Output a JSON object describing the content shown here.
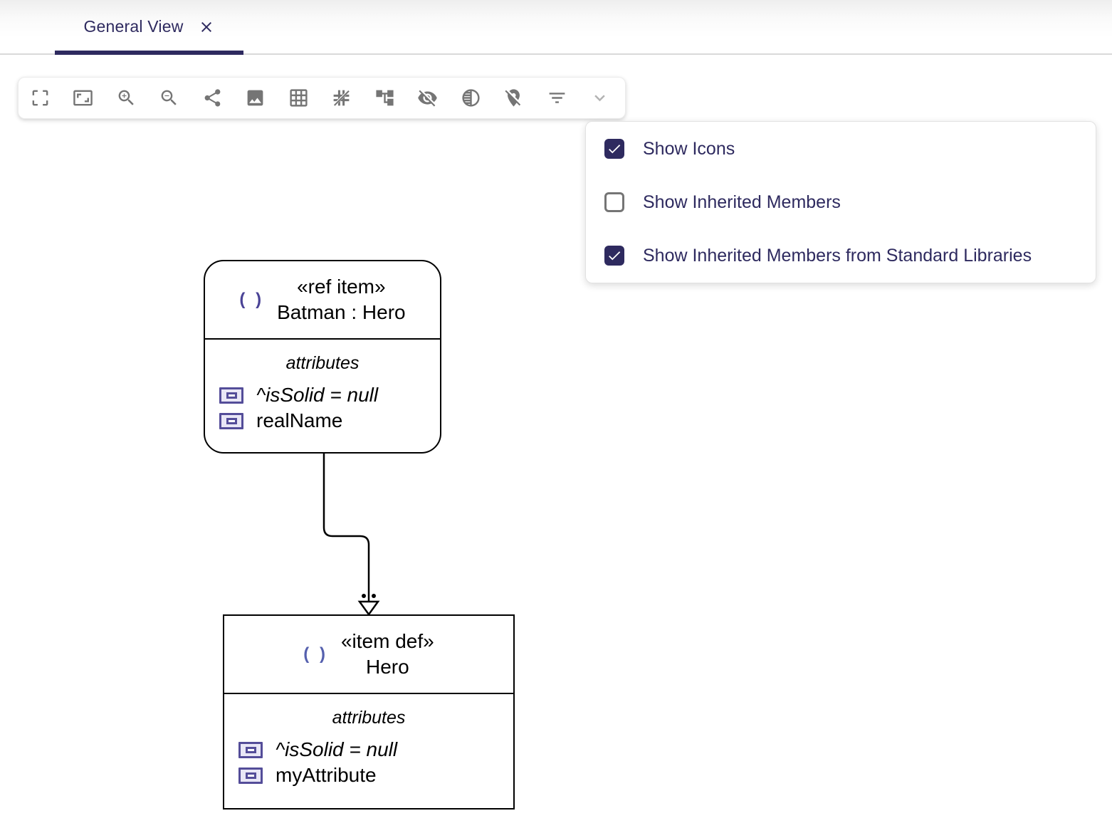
{
  "tab": {
    "label": "General View"
  },
  "toolbar": {
    "icons": [
      "fullscreen-icon",
      "fit-to-screen-icon",
      "zoom-in-icon",
      "zoom-out-icon",
      "share-icon",
      "export-image-icon",
      "grid-on-icon",
      "snap-to-grid-off-icon",
      "arrange-all-icon",
      "hide-elements-icon",
      "fade-elements-icon",
      "unpin-elements-icon",
      "filter-elements-icon",
      "expand-toolbar-chevron-icon"
    ]
  },
  "filter_menu": {
    "items": [
      {
        "label": "Show Icons",
        "checked": true
      },
      {
        "label": "Show Inherited Members",
        "checked": false
      },
      {
        "label": "Show Inherited Members from Standard Libraries",
        "checked": true
      }
    ]
  },
  "diagram": {
    "nodes": [
      {
        "icon": "( )",
        "stereotype": "«ref item»",
        "name": "Batman : Hero",
        "compartment_label": "attributes",
        "attributes": [
          {
            "text": "^isSolid = null",
            "inherited": true
          },
          {
            "text": "realName",
            "inherited": false
          }
        ]
      },
      {
        "icon": "( )",
        "stereotype": "«item def»",
        "name": "Hero",
        "compartment_label": "attributes",
        "attributes": [
          {
            "text": "^isSolid = null",
            "inherited": true
          },
          {
            "text": "myAttribute",
            "inherited": false
          }
        ]
      }
    ],
    "edge": {
      "kind": "defined-by",
      "arrowhead": "open-triangle",
      "decorator": "two-dots"
    }
  },
  "colors": {
    "accent_navy": "#2e2a5f",
    "toolbar_icon_gray": "#757575",
    "attr_icon_purple": "#544d99",
    "usage_paren_purple": "#4a4396",
    "def_paren_blue": "#5560ae",
    "node_border": "#000000"
  }
}
